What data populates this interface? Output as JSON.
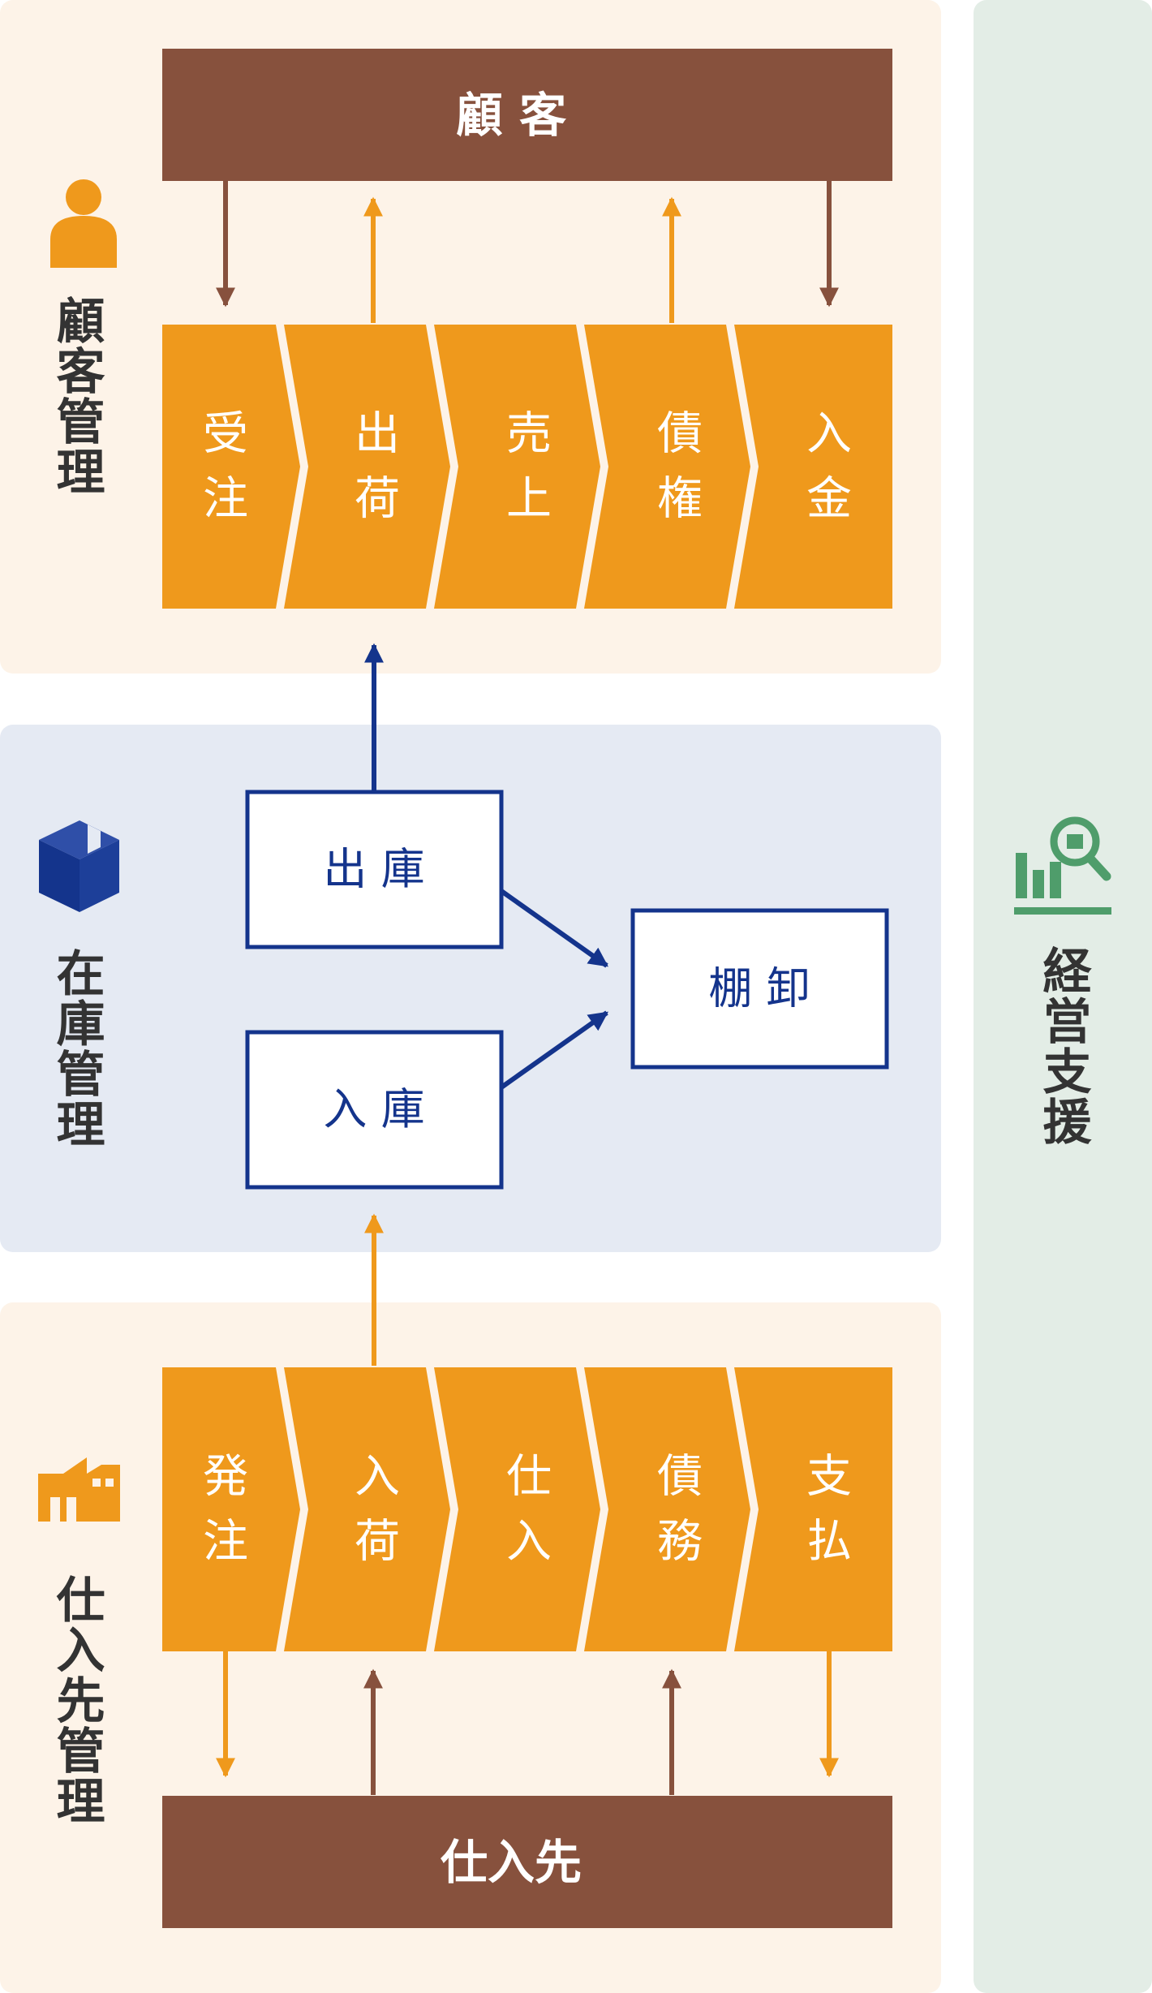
{
  "customer": {
    "section_label": "顧客管理",
    "top_bar": "顧 客",
    "steps": [
      "受\n注",
      "出\n荷",
      "売\n上",
      "債\n権",
      "入\n金"
    ]
  },
  "inventory": {
    "section_label": "在庫管理",
    "outbound": "出 庫",
    "inbound": "入 庫",
    "stocktake": "棚 卸"
  },
  "supplier": {
    "section_label": "仕入先管理",
    "bottom_bar": "仕入先",
    "steps": [
      "発\n注",
      "入\n荷",
      "仕\n入",
      "債\n務",
      "支\n払"
    ]
  },
  "management": {
    "section_label": "経営支援"
  },
  "colors": {
    "orange": "#ef991c",
    "brown": "#87513d",
    "navy": "#14348c",
    "cream": "#fdf3e8",
    "blue_panel": "#e5eaf3",
    "green_panel": "#e3ede6",
    "green": "#4f9d6b",
    "text_dark": "#333333"
  },
  "icons": {
    "customer": "person-icon",
    "inventory": "box-icon",
    "supplier": "factory-icon",
    "management": "chart-magnifier-icon"
  }
}
